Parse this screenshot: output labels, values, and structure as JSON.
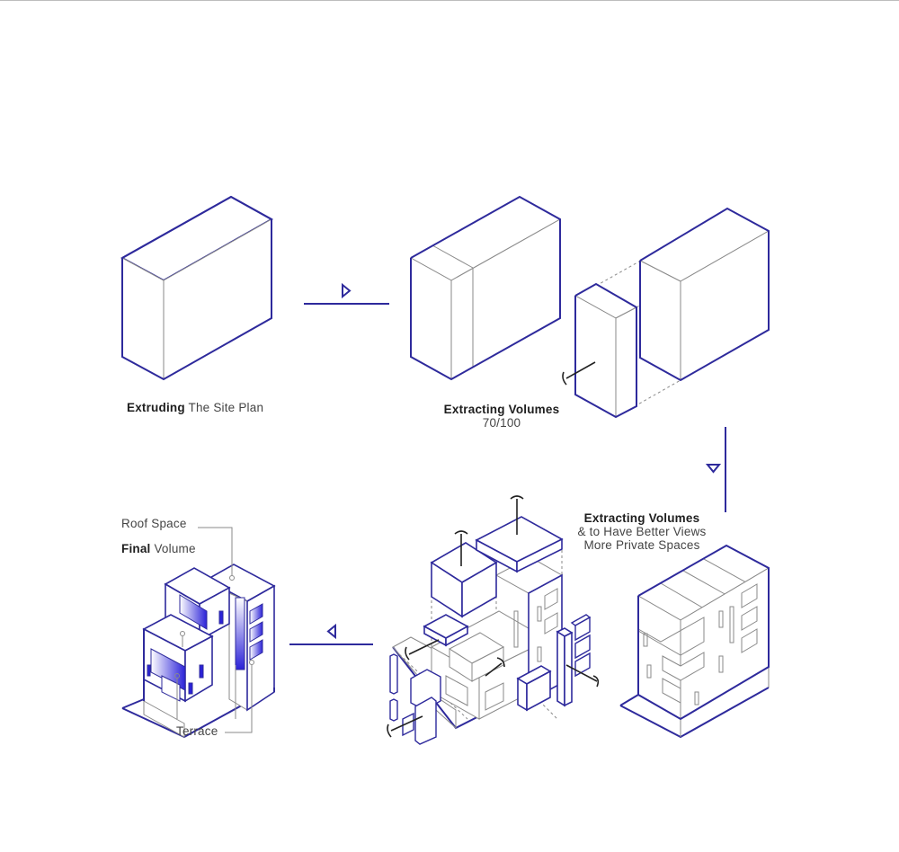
{
  "stages": {
    "extrude": {
      "bold": "Extruding",
      "rest": " The Site Plan"
    },
    "extract": {
      "bold": "Extracting Volumes",
      "sub": "70/100"
    },
    "views": {
      "bold": "Extracting Volumes",
      "line2": "& to Have Better Views",
      "line3": "More Private Spaces"
    },
    "final": {
      "roof": "Roof Space",
      "bold": "Final",
      "rest": " Volume",
      "terrace": "Terrace"
    }
  },
  "colors": {
    "accent": "#2e2a9c",
    "line": "#8a8a8a",
    "gradient_light": "#ffffff",
    "gradient_dark": "#2b22d8"
  }
}
